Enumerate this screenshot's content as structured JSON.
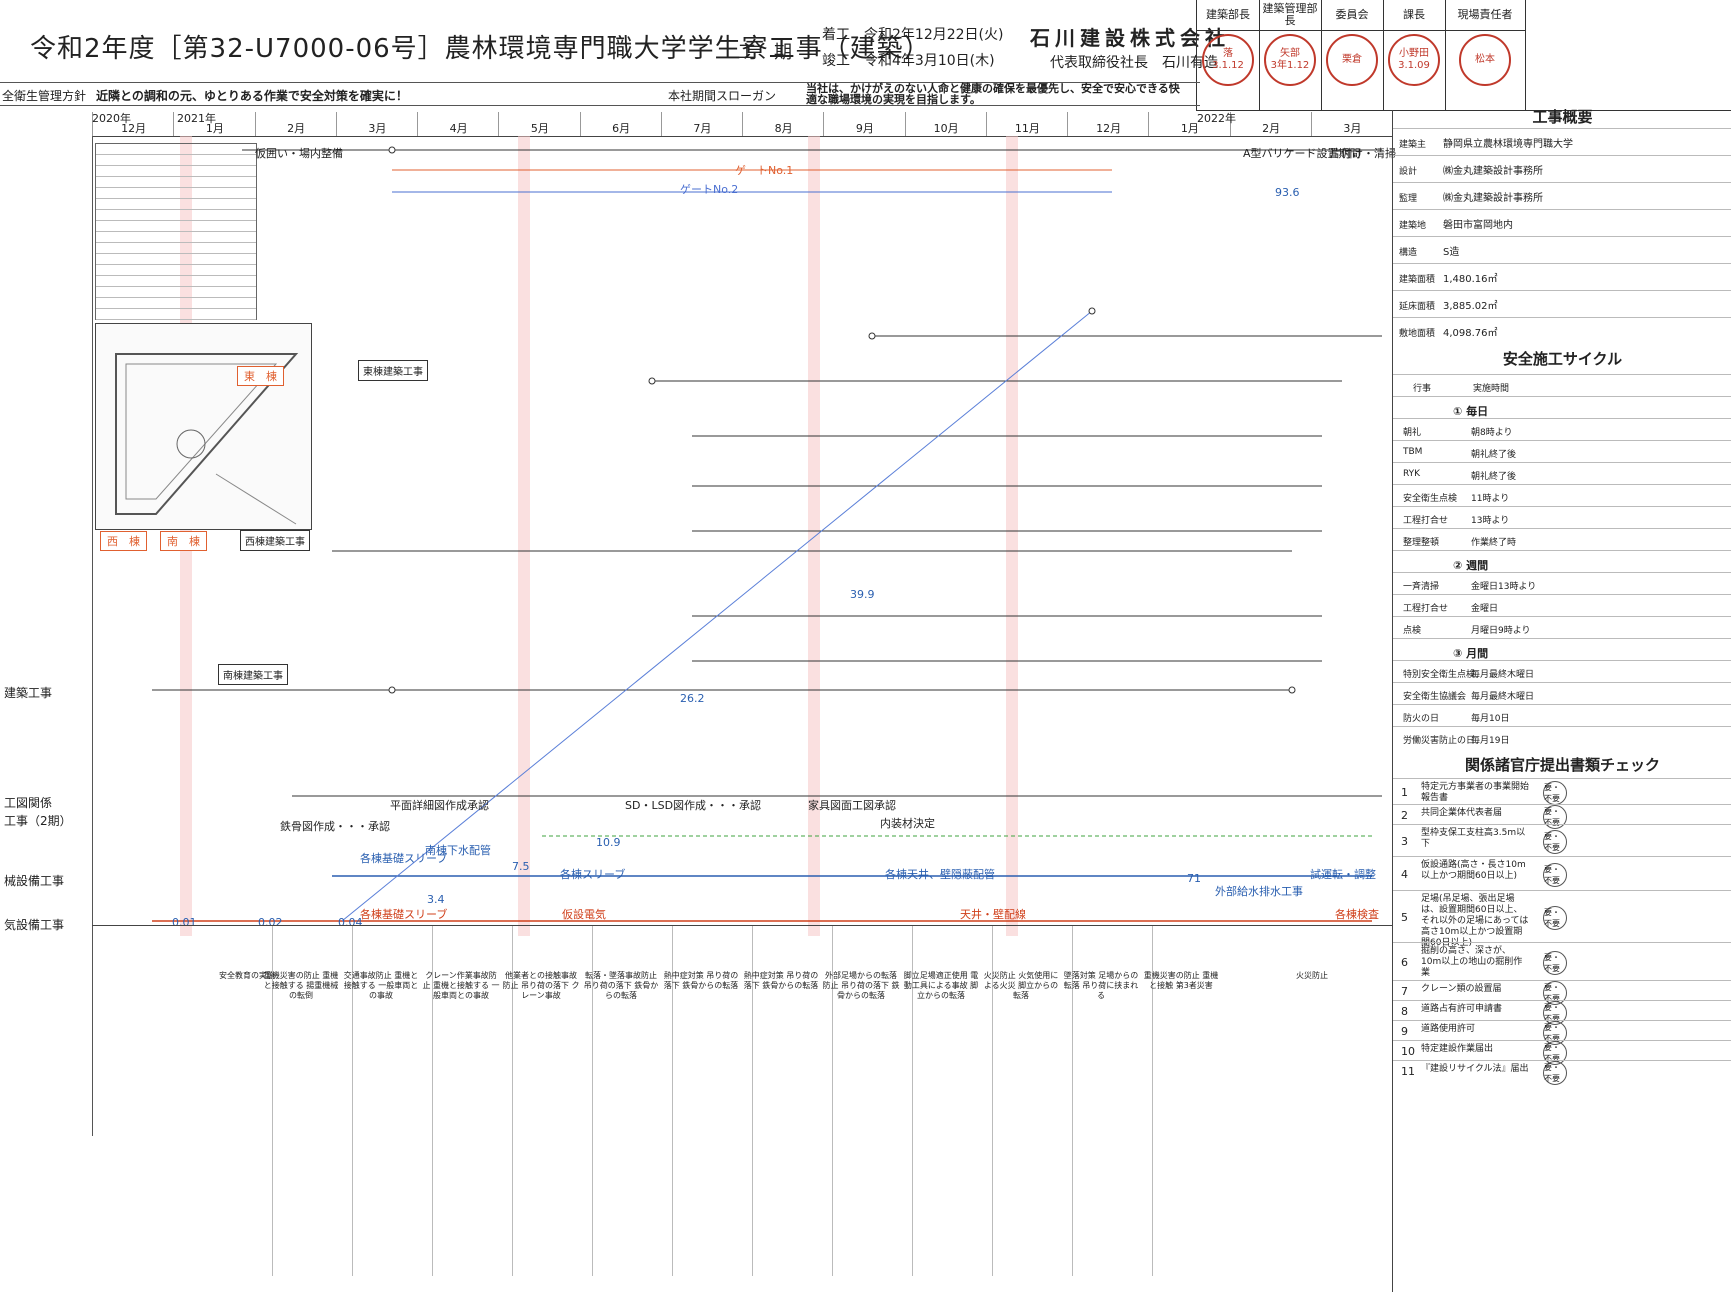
{
  "header": {
    "title": "令和2年度［第32-U7000-06号］農林環境専門職大学学生寮工事（建築）",
    "period_label": "工　期",
    "start_label": "着工",
    "start_date": "令和2年12月22日(火)",
    "end_label": "竣工",
    "end_date": "令和4年3月10日(木)",
    "company": "石川建設株式会社",
    "representative": "代表取締役社長　石川有造"
  },
  "stamps": [
    {
      "role": "建築部長",
      "mark": "落",
      "date": "3.1.12"
    },
    {
      "role": "建築管理部長",
      "mark": "矢部",
      "date": "3年1.12"
    },
    {
      "role": "委員会",
      "mark": "栗倉",
      "date": ""
    },
    {
      "role": "課長",
      "mark": "小野田",
      "date": "3.1.09"
    },
    {
      "role": "現場責任者",
      "mark": "松本",
      "date": ""
    }
  ],
  "policy_bar": {
    "label": "全衛生管理方針",
    "policy": "近隣との調和の元、ゆとりある作業で安全対策を確実に！",
    "slogan_label": "本社期間スローガン",
    "slogan": "当社は、かけがえのない人命と健康の確保を最優先し、安全で安心できる快適な職場環境の実現を目指します。"
  },
  "timeline": {
    "years": [
      "2020年",
      "2021年",
      "2022年"
    ],
    "months": [
      "12月",
      "1月",
      "2月",
      "3月",
      "4月",
      "5月",
      "6月",
      "7月",
      "8月",
      "9月",
      "10月",
      "11月",
      "12月",
      "1月",
      "2月",
      "3月"
    ]
  },
  "left_labels": [
    {
      "text": "建築工事"
    },
    {
      "text": "工図関係"
    },
    {
      "text": "工事（2期）"
    },
    {
      "text": "械設備工事"
    },
    {
      "text": "気設備工事"
    }
  ],
  "site_tags": {
    "east": "東　棟",
    "west": "西　棟",
    "south": "南　棟"
  },
  "boxes": {
    "east": "東棟建築工事",
    "west": "西棟建築工事",
    "south": "南棟建築工事"
  },
  "chart_labels": {
    "gate1": "ゲートNo.1",
    "gate2": "ゲートNo.2",
    "temp_wall": "仮囲い・場内整備",
    "a_barricade": "A型バリケード設置期間",
    "paint_cleaning": "片付け・清掃",
    "sleeve_east": "各棟基礎スリーブ",
    "drain_south": "南棟下水配管",
    "sleeve_each": "各棟スリーブ",
    "ceiling_pipe": "各棟天井、壁隠蔽配管",
    "water_finish": "外部給水排水工事",
    "test_run": "試運転・調整",
    "elec_sleeve": "各棟基礎スリーブ",
    "temp_electric": "仮設電気",
    "ceiling_wire": "天井・壁配線",
    "inspection": "各棟検査",
    "drawing": "平面詳細図作成承認",
    "drawing2": "鉄骨図作成・・・承認",
    "drawing3": "SD・LSD図作成・・・承認",
    "drawing4": "家具図面工図承認",
    "interior": "内装材決定",
    "progress1": "0.01",
    "progress2": "0.02",
    "progress3": "0.04",
    "progress4": "3.4",
    "progress5": "7.5",
    "progress6": "10.9",
    "progress7": "26.2",
    "progress8": "39.9",
    "progress9": "71",
    "progress10": "93.6"
  },
  "right_panel": {
    "overview_title": "工事概要",
    "overview": [
      {
        "k": "建築主",
        "v": "静岡県立農林環境専門職大学"
      },
      {
        "k": "設計",
        "v": "㈱金丸建築設計事務所"
      },
      {
        "k": "監理",
        "v": "㈱金丸建築設計事務所"
      },
      {
        "k": "建築地",
        "v": "磐田市富岡地内"
      },
      {
        "k": "構造",
        "v": "S造"
      },
      {
        "k": "建築面積",
        "v": "1,480.16㎡"
      },
      {
        "k": "延床面積",
        "v": "3,885.02㎡"
      },
      {
        "k": "敷地面積",
        "v": "4,098.76㎡"
      }
    ],
    "safety_title": "安全施工サイクル",
    "cycle_head": [
      "行事",
      "実施時間"
    ],
    "daily_title": "① 毎日",
    "daily": [
      {
        "e": "朝礼",
        "t": "朝8時より"
      },
      {
        "e": "TBM",
        "t": "朝礼終了後"
      },
      {
        "e": "RYK",
        "t": "朝礼終了後"
      },
      {
        "e": "安全衛生点検",
        "t": "11時より"
      },
      {
        "e": "工程打合せ",
        "t": "13時より"
      },
      {
        "e": "整理整頓",
        "t": "作業終了時"
      }
    ],
    "weekly_title": "② 週間",
    "weekly": [
      {
        "e": "一斉清掃",
        "t": "金曜日13時より"
      },
      {
        "e": "工程打合せ",
        "t": "金曜日"
      },
      {
        "e": "点検",
        "t": "月曜日9時より"
      }
    ],
    "monthly_title": "③ 月間",
    "monthly": [
      {
        "e": "特別安全衛生点検",
        "t": "毎月最終木曜日"
      },
      {
        "e": "安全衛生協議会",
        "t": "毎月最終木曜日"
      },
      {
        "e": "防火の日",
        "t": "毎月10日"
      },
      {
        "e": "労働災害防止の日",
        "t": "毎月19日"
      }
    ],
    "check_title": "関係諸官庁提出書類チェック",
    "checks": [
      {
        "n": "1",
        "t": "特定元方事業者の事業開始報告書",
        "m": "要・不要"
      },
      {
        "n": "2",
        "t": "共同企業体代表者届",
        "m": "要・不要"
      },
      {
        "n": "3",
        "t": "型枠支保工支柱高3.5m以下",
        "m": "要・不要"
      },
      {
        "n": "4",
        "t": "仮設通路(高さ・長さ10m以上かつ期間60日以上)",
        "m": "要・不要"
      },
      {
        "n": "5",
        "t": "足場(吊足場、張出足場は、設置期間60日以上、それ以外の足場にあっては高さ10m以上かつ設置期間60日以上)",
        "m": "要・不要"
      },
      {
        "n": "6",
        "t": "掘削の高さ、深さが、10m以上の地山の掘削作業",
        "m": "要・不要"
      },
      {
        "n": "7",
        "t": "クレーン類の設置届",
        "m": "要・不要"
      },
      {
        "n": "8",
        "t": "道路占有許可申請書",
        "m": "要・不要"
      },
      {
        "n": "9",
        "t": "道路使用許可",
        "m": "要・不要"
      },
      {
        "n": "10",
        "t": "特定建設作業届出",
        "m": "要・不要"
      },
      {
        "n": "11",
        "t": "『建設リサイクル法』届出",
        "m": "要・不要"
      }
    ]
  },
  "safety_bottom": {
    "start": "安全教育の実施",
    "items": [
      "重機災害の防止 重機と接触する 揚重機械の転倒",
      "交通事故防止 重機と接触する 一般車両との事故",
      "クレーン作業事故防止 重機と接触する 一般車両との事故",
      "他業者との接触事故防止 吊り荷の落下 クレーン事故",
      "転落・墜落事故防止 吊り荷の落下 鉄骨からの転落",
      "熱中症対策 吊り荷の落下 鉄骨からの転落",
      "熱中症対策 吊り荷の落下 鉄骨からの転落",
      "外部足場からの転落防止 吊り荷の落下 鉄骨からの転落",
      "脚立足場適正使用 電動工具による事故 脚立からの転落",
      "火災防止 火気使用による火災 脚立からの転落",
      "墜落対策 足場からの転落 吊り荷に挟まれる",
      "重機災害の防止 重機と接触 第3者災害"
    ],
    "fire": "火災防止"
  }
}
